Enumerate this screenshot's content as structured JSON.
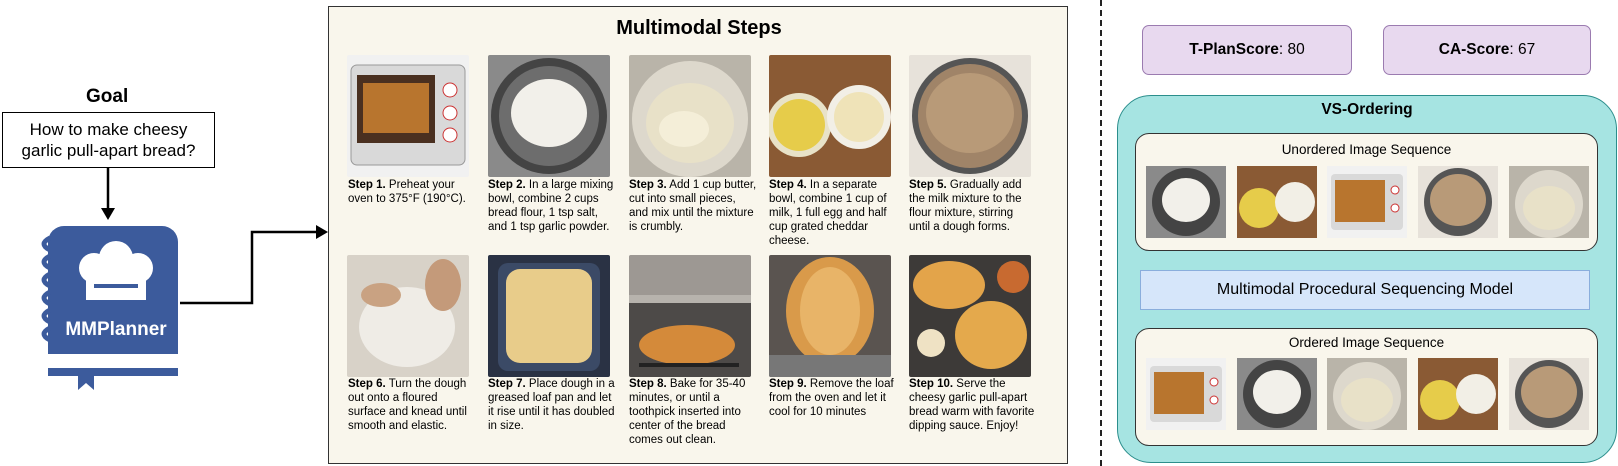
{
  "goal": {
    "title": "Goal",
    "text": "How to make cheesy garlic pull-apart bread?"
  },
  "planner": {
    "name": "MMPlanner"
  },
  "steps_panel": {
    "title": "Multimodal Steps",
    "steps": [
      {
        "label": "Step 1.",
        "text": " Preheat your oven to 375°F (190°C)."
      },
      {
        "label": "Step 2.",
        "text": " In a large mixing bowl, combine 2 cups bread flour, 1 tsp salt, and 1 tsp garlic powder."
      },
      {
        "label": "Step 3.",
        "text": " Add 1 cup butter, cut into small pieces, and mix until the mixture is crumbly."
      },
      {
        "label": "Step 4.",
        "text": " In a separate bowl, combine 1 cup of milk, 1 full egg and half cup grated cheddar cheese."
      },
      {
        "label": "Step 5.",
        "text": " Gradually add the milk mixture to the flour mixture, stirring until a dough forms."
      },
      {
        "label": "Step 6.",
        "text": " Turn the dough out onto a floured surface and knead until smooth and elastic."
      },
      {
        "label": "Step 7.",
        "text": " Place dough in a greased loaf pan and let it rise until it has doubled in size."
      },
      {
        "label": "Step 8.",
        "text": " Bake for 35-40 minutes, or until a toothpick inserted into center of the bread comes out clean."
      },
      {
        "label": "Step 9.",
        "text": " Remove the loaf from the oven and let it cool for 10 minutes"
      },
      {
        "label": "Step 10.",
        "text": " Serve the cheesy garlic pull-apart bread warm with favorite dipping sauce. Enjoy!"
      }
    ]
  },
  "scores": {
    "tplan_label": "T-PlanScore",
    "tplan_value": ": 80",
    "ca_label": "CA-Score",
    "ca_value": ": 67"
  },
  "vs_ordering": {
    "title": "VS-Ordering",
    "unordered_label": "Unordered Image Sequence",
    "ordered_label": "Ordered Image Sequence",
    "model_label": "Multimodal Procedural Sequencing Model"
  },
  "colors": {
    "panel_bg": "#f9f6ec",
    "score_bg": "#e8d9ef",
    "vs_bg": "#a6e4e2",
    "model_bg": "#d6e6fa",
    "planner_blue": "#3c5b9c"
  }
}
